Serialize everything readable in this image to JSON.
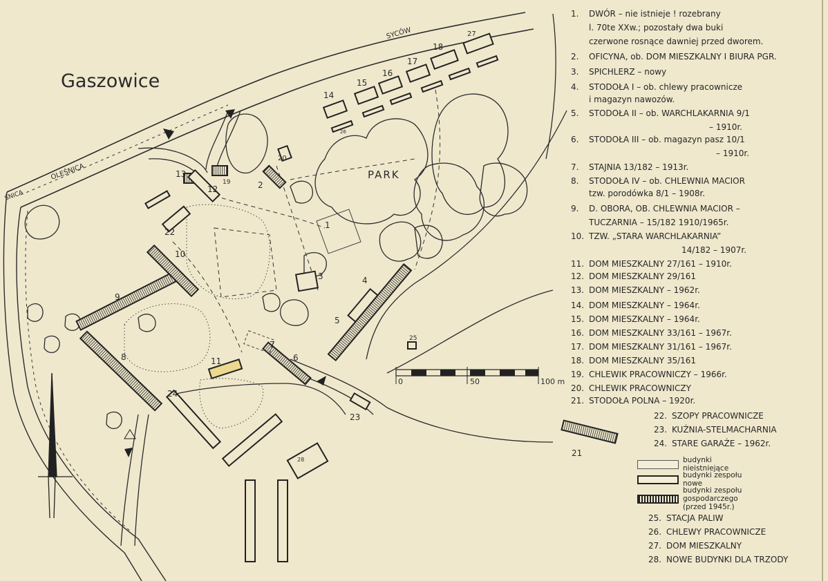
{
  "map": {
    "title": "Gaszowice",
    "road_labels": {
      "sycow": "SYCÓW",
      "olesnica": "OLEŚNICA",
      "olesnica_short": "ŚNICA"
    },
    "park_label": "PARK",
    "scale": {
      "zero": "0",
      "mid": "50",
      "end": "100 m"
    },
    "building_numbers": [
      "1",
      "2",
      "3",
      "4",
      "5",
      "6",
      "7",
      "8",
      "9",
      "10",
      "11",
      "12",
      "13",
      "14",
      "15",
      "16",
      "17",
      "18",
      "19",
      "20",
      "21",
      "22",
      "23",
      "24",
      "25",
      "26",
      "27",
      "28"
    ],
    "colors": {
      "paper": "#efe8cd",
      "ink": "#2b2b2b",
      "highlight": "#ecd98f"
    }
  },
  "legend": {
    "items": [
      {
        "num": "1.",
        "text": "DWÓR – nie istnieje ! rozebrany"
      },
      {
        "num": "",
        "text": "l. 70te XXw.; pozostały dwa buki"
      },
      {
        "num": "",
        "text": "czerwone rosnące dawniej przed dworem."
      },
      {
        "num": "2.",
        "text": "OFICYNA, ob. DOM MIESZKALNY I BIURA PGR."
      },
      {
        "num": "3.",
        "text": "SPICHLERZ – nowy"
      },
      {
        "num": "4.",
        "text": "STODOŁA I – ob. chlewy pracownicze"
      },
      {
        "num": "",
        "text": "i magazyn nawozów."
      },
      {
        "num": "5.",
        "text": "STODOŁA II – ob. WARCHLAKARNIA 9/1"
      },
      {
        "num": "",
        "text": "– 1910r."
      },
      {
        "num": "6.",
        "text": "STODOŁA III – ob. magazyn pasz 10/1"
      },
      {
        "num": "",
        "text": "– 1910r."
      },
      {
        "num": "7.",
        "text": "STAJNIA 13/182 – 1913r."
      },
      {
        "num": "8.",
        "text": "STODOŁA IV – ob. CHLEWNIA MACIOR"
      },
      {
        "num": "",
        "text": "tzw. porodówka 8/1 – 1908r."
      },
      {
        "num": "9.",
        "text": "D. OBORA, OB. CHLEWNIA MACIOR –"
      },
      {
        "num": "",
        "text": "TUCZARNIA – 15/182 1910/1965r."
      },
      {
        "num": "10.",
        "text": "TZW. „STARA WARCHLAKARNIA”"
      },
      {
        "num": "",
        "text": "14/182 – 1907r."
      },
      {
        "num": "11.",
        "text": "DOM MIESZKALNY 27/161 – 1910r."
      },
      {
        "num": "12.",
        "text": "DOM MIESZKALNY 29/161"
      },
      {
        "num": "13.",
        "text": "DOM MIESZKALNY – 1962r."
      },
      {
        "num": "14.",
        "text": "DOM MIESZKALNY – 1964r."
      },
      {
        "num": "15.",
        "text": "DOM MIESZKALNY – 1964r."
      },
      {
        "num": "16.",
        "text": "DOM MIESZKALNY 33/161 – 1967r."
      },
      {
        "num": "17.",
        "text": "DOM MIESZKALNY 31/161 – 1967r."
      },
      {
        "num": "18.",
        "text": "DOM MIESZKALNY 35/161"
      },
      {
        "num": "19.",
        "text": "CHLEWIK PRACOWNICZY – 1966r."
      },
      {
        "num": "20.",
        "text": "CHLEWIK PRACOWNICZY"
      },
      {
        "num": "21.",
        "text": "STODOŁA POLNA – 1920r."
      },
      {
        "num": "22.",
        "text": "SZOPY PRACOWNICZE"
      },
      {
        "num": "23.",
        "text": "KUŹNIA-STELMACHARNIA"
      },
      {
        "num": "24.",
        "text": "STARE GARAŻE – 1962r."
      },
      {
        "num": "25.",
        "text": "STACJA PALIW"
      },
      {
        "num": "26.",
        "text": "CHLEWY PRACOWNICZE"
      },
      {
        "num": "27.",
        "text": "DOM MIESZKALNY"
      },
      {
        "num": "28.",
        "text": "NOWE BUDYNKI DLA TRZODY"
      }
    ],
    "symbols": [
      {
        "label": "budynki nieistniejące"
      },
      {
        "label": "budynki zespołu nowe"
      },
      {
        "label": "budynki zespołu gospodarczego (przed 1945r.)"
      }
    ]
  }
}
